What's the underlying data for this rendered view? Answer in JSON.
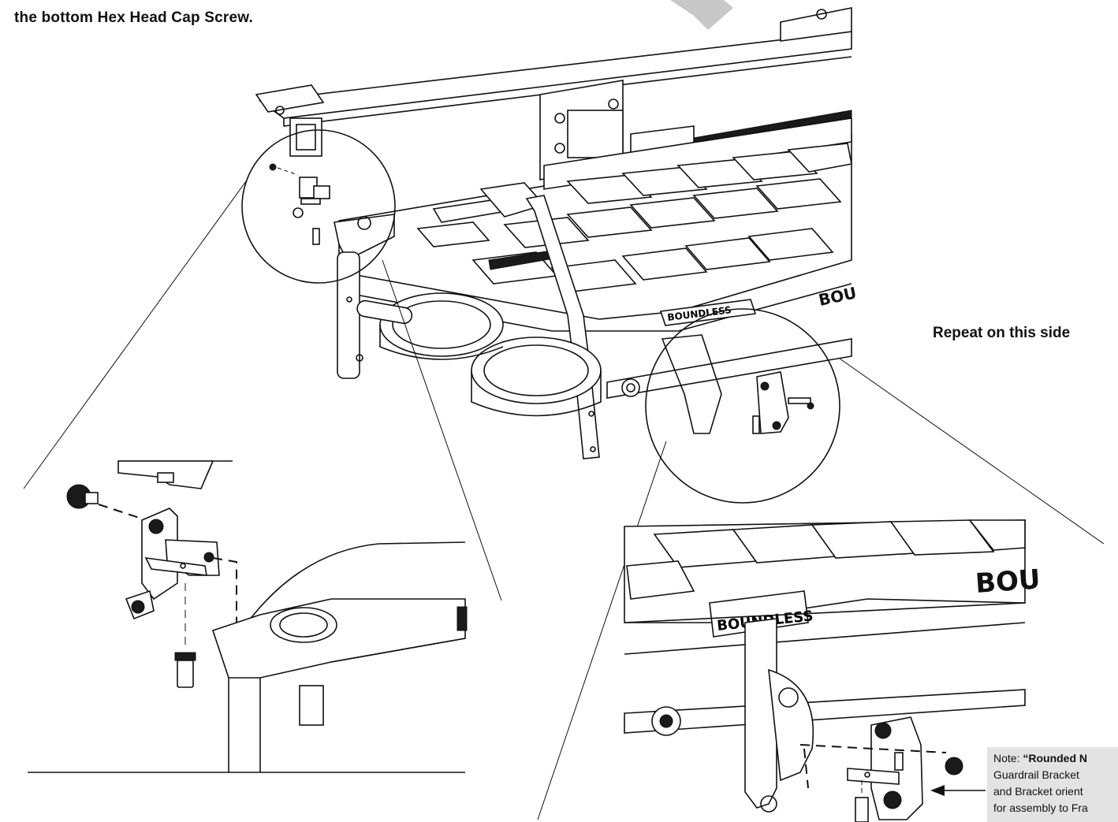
{
  "captions": {
    "top": "the bottom Hex Head Cap Screw.",
    "side": "Repeat on this side"
  },
  "note": {
    "prefix": "Note: ",
    "bold": "“Rounded N",
    "line2": "Guardrail Bracket",
    "line3": "and Bracket orient",
    "line4": "for assembly to Fra"
  },
  "brand_labels": {
    "main_frame": "BOUNDLESS",
    "frame_edge": "BOU",
    "detail_frame": "BOUNDLESS",
    "detail_edge": "BOU"
  },
  "colors": {
    "note_background": "#e3e3e3",
    "arrow": "#c8c8c8"
  }
}
